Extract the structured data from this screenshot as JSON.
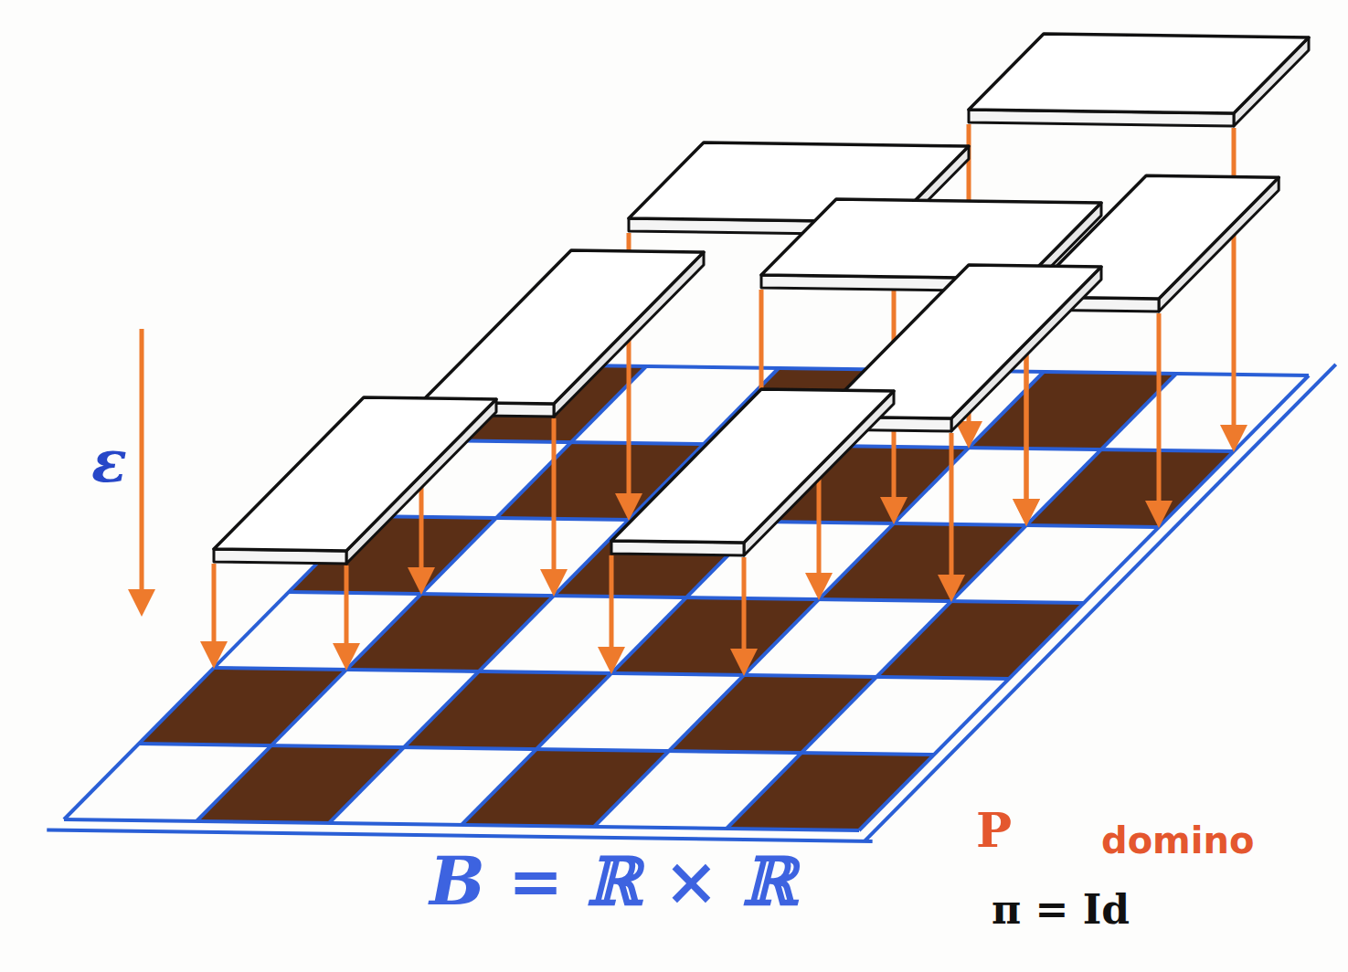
{
  "diagram": {
    "labels": [
      "ε",
      "B = ℝ × ℝ",
      "P",
      "domino",
      "π = Id"
    ]
  }
}
